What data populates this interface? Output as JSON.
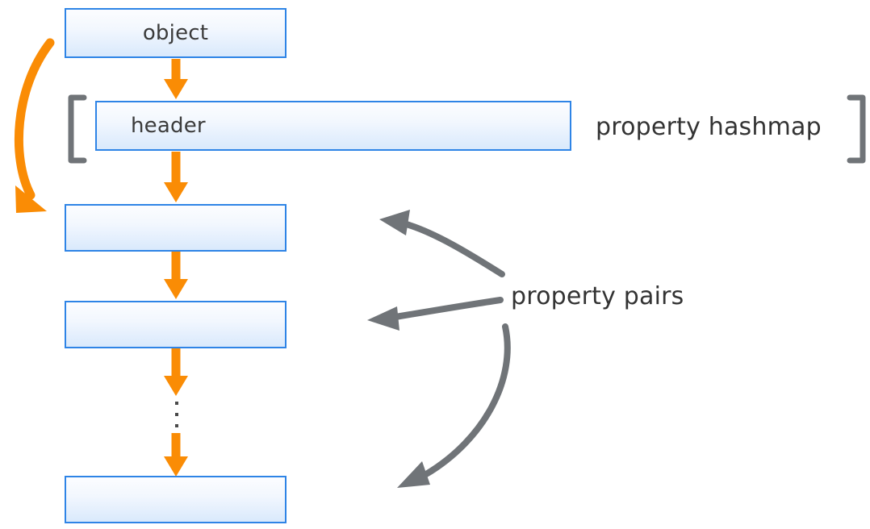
{
  "diagram": {
    "title_text": "",
    "colors": {
      "box_border": "#2e84e6",
      "box_fill_top": "#fcfdff",
      "box_fill_bottom": "#d9e9fc",
      "orange": "#fa8c05",
      "gray": "#707478",
      "text": "#333333"
    },
    "nodes": [
      {
        "id": "object",
        "label": "object"
      },
      {
        "id": "header",
        "label": "header"
      },
      {
        "id": "pair-1",
        "label": ""
      },
      {
        "id": "pair-2",
        "label": ""
      },
      {
        "id": "pair-last",
        "label": ""
      }
    ],
    "annotations": [
      {
        "id": "property-hashmap",
        "label": "property hashmap"
      },
      {
        "id": "property-pairs",
        "label": "property pairs"
      }
    ],
    "hashmap_slots": 4,
    "ellipsis_dots": 3,
    "brackets": {
      "left": "[",
      "right": "]"
    }
  }
}
